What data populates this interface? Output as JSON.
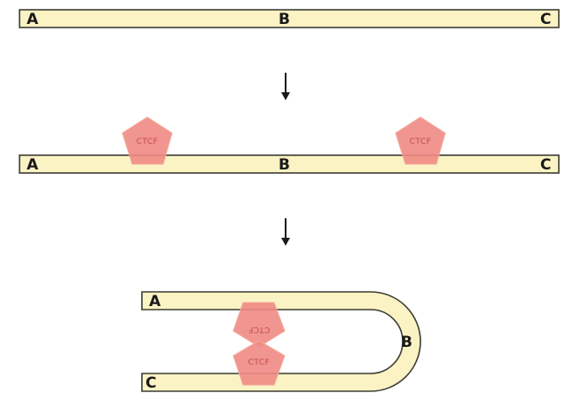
{
  "colors": {
    "strand_fill": "#fbf3c4",
    "strand_edge": "#3d3d33",
    "protein_fill": "#f08a84",
    "protein_fill_light": "#f4aa9c",
    "protein_text": "#c24a4a",
    "label": "#1a1a1a",
    "arrow": "#1a1a1a"
  },
  "stage1": {
    "label_left": "A",
    "label_mid": "B",
    "label_right": "C"
  },
  "stage2": {
    "label_left": "A",
    "label_mid": "B",
    "label_right": "C",
    "protein_left_text": "CTCF",
    "protein_right_text": "CTCF"
  },
  "stage3": {
    "label_top": "A",
    "label_bend": "B",
    "label_bottom": "C",
    "protein_top_text": "CTCF",
    "protein_bottom_text": "CTCF"
  },
  "arrows": [
    {
      "glyph": "↓"
    },
    {
      "glyph": "↓"
    }
  ],
  "icons": {
    "protein": "pentagon-icon",
    "arrow": "down-arrow-icon"
  }
}
